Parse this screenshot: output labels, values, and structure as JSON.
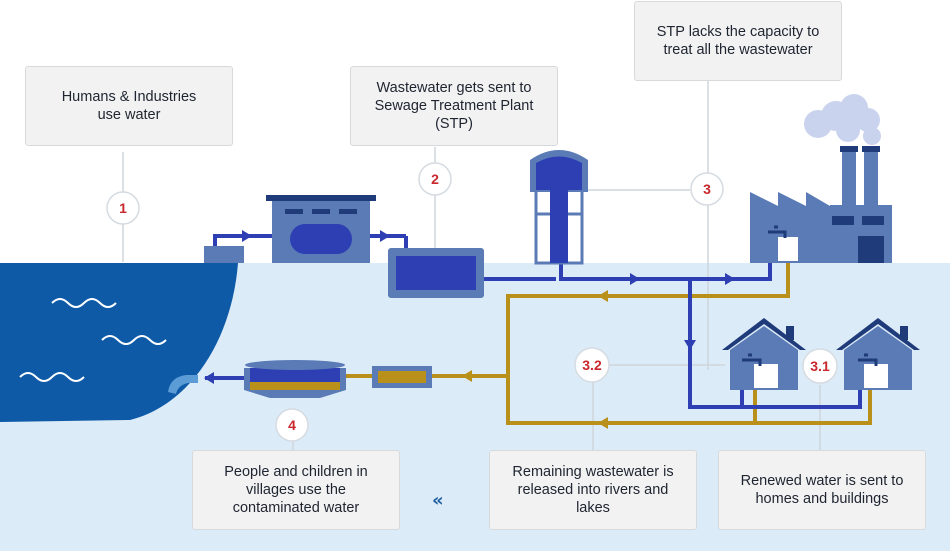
{
  "steps": {
    "s1": {
      "number": "1",
      "text": "Humans & Industries\nuse water"
    },
    "s2": {
      "number": "2",
      "text": "Wastewater gets sent to\nSewage Treatment Plant\n(STP)"
    },
    "s3": {
      "number": "3",
      "text": "STP lacks the capacity to\ntreat all the wastewater"
    },
    "s31": {
      "number": "3.1",
      "text": "Renewed water is sent to\nhomes and buildings"
    },
    "s32": {
      "number": "3.2",
      "text": "Remaining wastewater is\nreleased into rivers and\nlakes"
    },
    "s4": {
      "number": "4",
      "text": "People and children in\nvillages use the\ncontaminated water"
    }
  },
  "direction_glyph": "«",
  "colors": {
    "sky": "#ffffff",
    "ground": "#dcebf8",
    "lake": "#0e5aa7",
    "pipe_clean": "#2d3fb3",
    "pipe_waste": "#b8901a",
    "building": "#5b7bb6",
    "marker_text": "#c8282d",
    "callout_bg": "#f2f2f2",
    "leader": "#cfd5db",
    "smoke": "#c9d3ee"
  }
}
